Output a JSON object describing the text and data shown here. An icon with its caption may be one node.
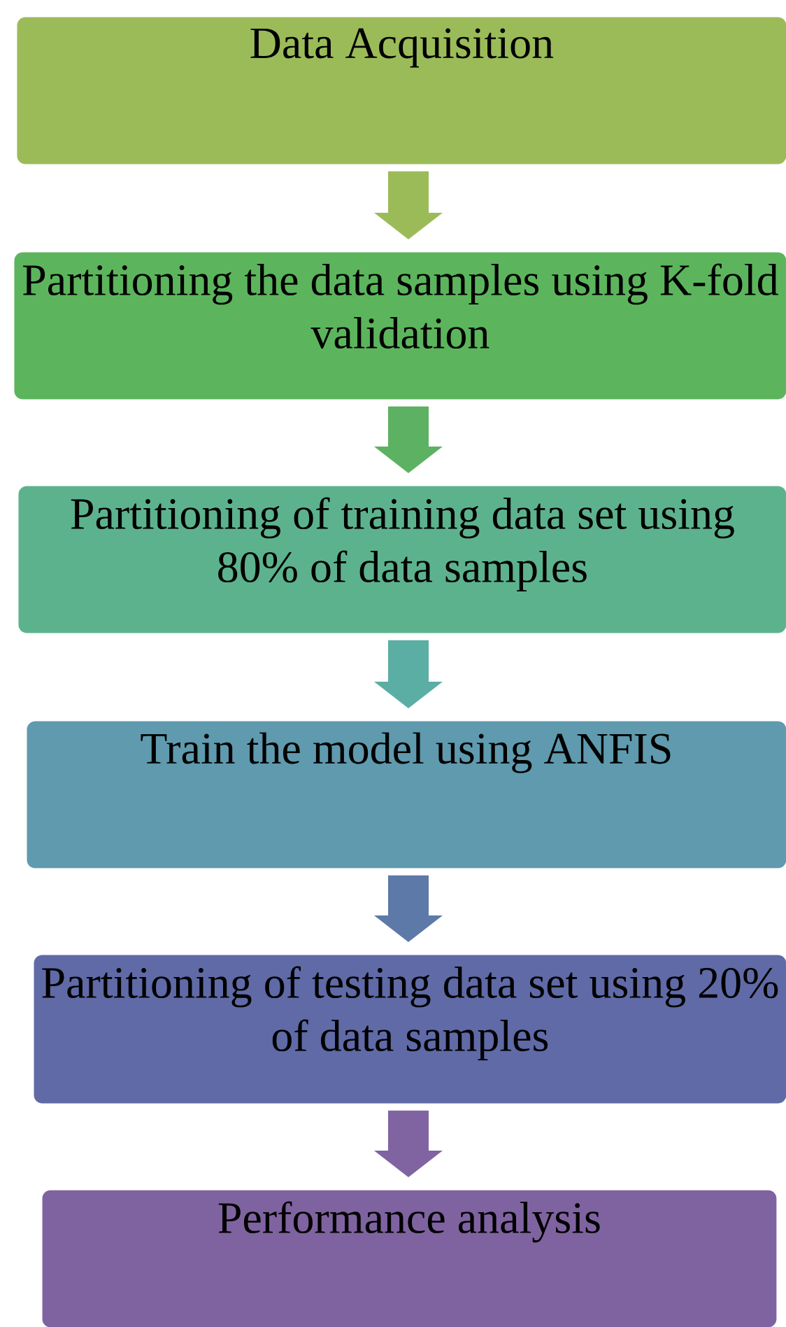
{
  "diagram": {
    "nodes": [
      {
        "text": [
          "Data Acquisition"
        ]
      },
      {
        "text": [
          "Partitioning the data samples using K-fold validation"
        ]
      },
      {
        "text": [
          "Partitioning of training data set using 80% of data samples"
        ]
      },
      {
        "text": [
          "Train the model using ANFIS"
        ]
      },
      {
        "text": [
          "Partitioning of testing data set using 20% of data samples"
        ]
      },
      {
        "text": [
          "Performance analysis"
        ]
      }
    ],
    "edges": [
      {
        "from": 0,
        "to": 1,
        "arrow": "to",
        "color": "#9bbb59"
      },
      {
        "from": 1,
        "to": 2,
        "arrow": "to",
        "color": "#5cb262"
      },
      {
        "from": 2,
        "to": 3,
        "arrow": "to",
        "color": "#5baea3"
      },
      {
        "from": 3,
        "to": 4,
        "arrow": "to",
        "color": "#5d79a8"
      },
      {
        "from": 4,
        "to": 5,
        "arrow": "to",
        "color": "#8064a2"
      }
    ]
  }
}
